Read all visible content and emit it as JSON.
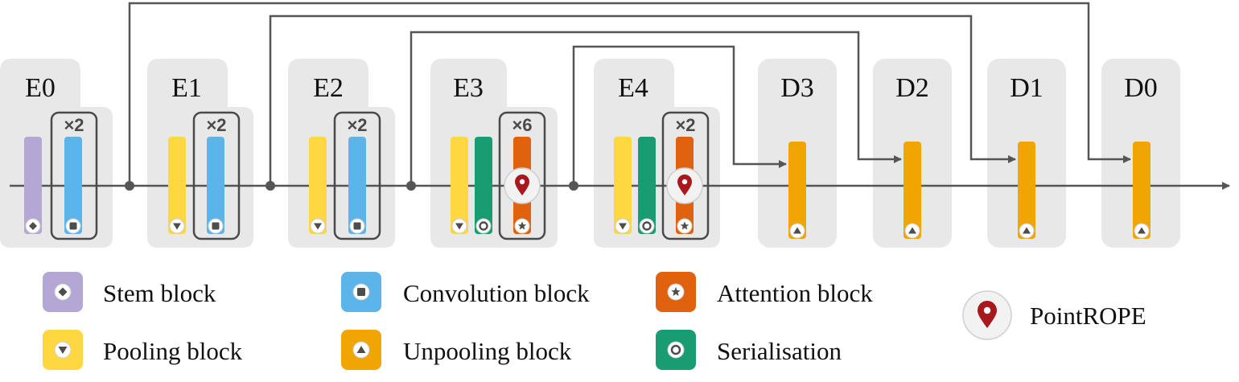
{
  "stages": [
    {
      "label": "E0",
      "repeat": "×2",
      "blocks": [
        "stem",
        "conv"
      ]
    },
    {
      "label": "E1",
      "repeat": "×2",
      "blocks": [
        "pool",
        "conv"
      ]
    },
    {
      "label": "E2",
      "repeat": "×2",
      "blocks": [
        "pool",
        "conv"
      ]
    },
    {
      "label": "E3",
      "repeat": "×6",
      "blocks": [
        "pool",
        "serial",
        "attn"
      ]
    },
    {
      "label": "E4",
      "repeat": "×2",
      "blocks": [
        "pool",
        "serial",
        "attn"
      ]
    },
    {
      "label": "D3",
      "blocks": [
        "unpool"
      ]
    },
    {
      "label": "D2",
      "blocks": [
        "unpool"
      ]
    },
    {
      "label": "D1",
      "blocks": [
        "unpool"
      ]
    },
    {
      "label": "D0",
      "blocks": [
        "unpool"
      ]
    }
  ],
  "legend": {
    "stem": "Stem block",
    "pool": "Pooling block",
    "conv": "Convolution block",
    "unpool": "Unpooling block",
    "attn": "Attention block",
    "serial": "Serialisation",
    "rope": "PointROPE"
  },
  "colors": {
    "stem": "#b4a7d6",
    "pool": "#ffd740",
    "conv": "#5bb5ea",
    "unpool": "#f0a500",
    "attn": "#e0620f",
    "serial": "#1a9c73",
    "rope": "#a8181c",
    "panel": "#e8e8e8",
    "line": "#555555"
  },
  "icons": {
    "stem": "diamond-icon",
    "pool": "triangle-down-icon",
    "conv": "square-icon",
    "unpool": "triangle-up-icon",
    "attn": "star-icon",
    "serial": "circle-icon",
    "rope": "map-pin-icon"
  }
}
